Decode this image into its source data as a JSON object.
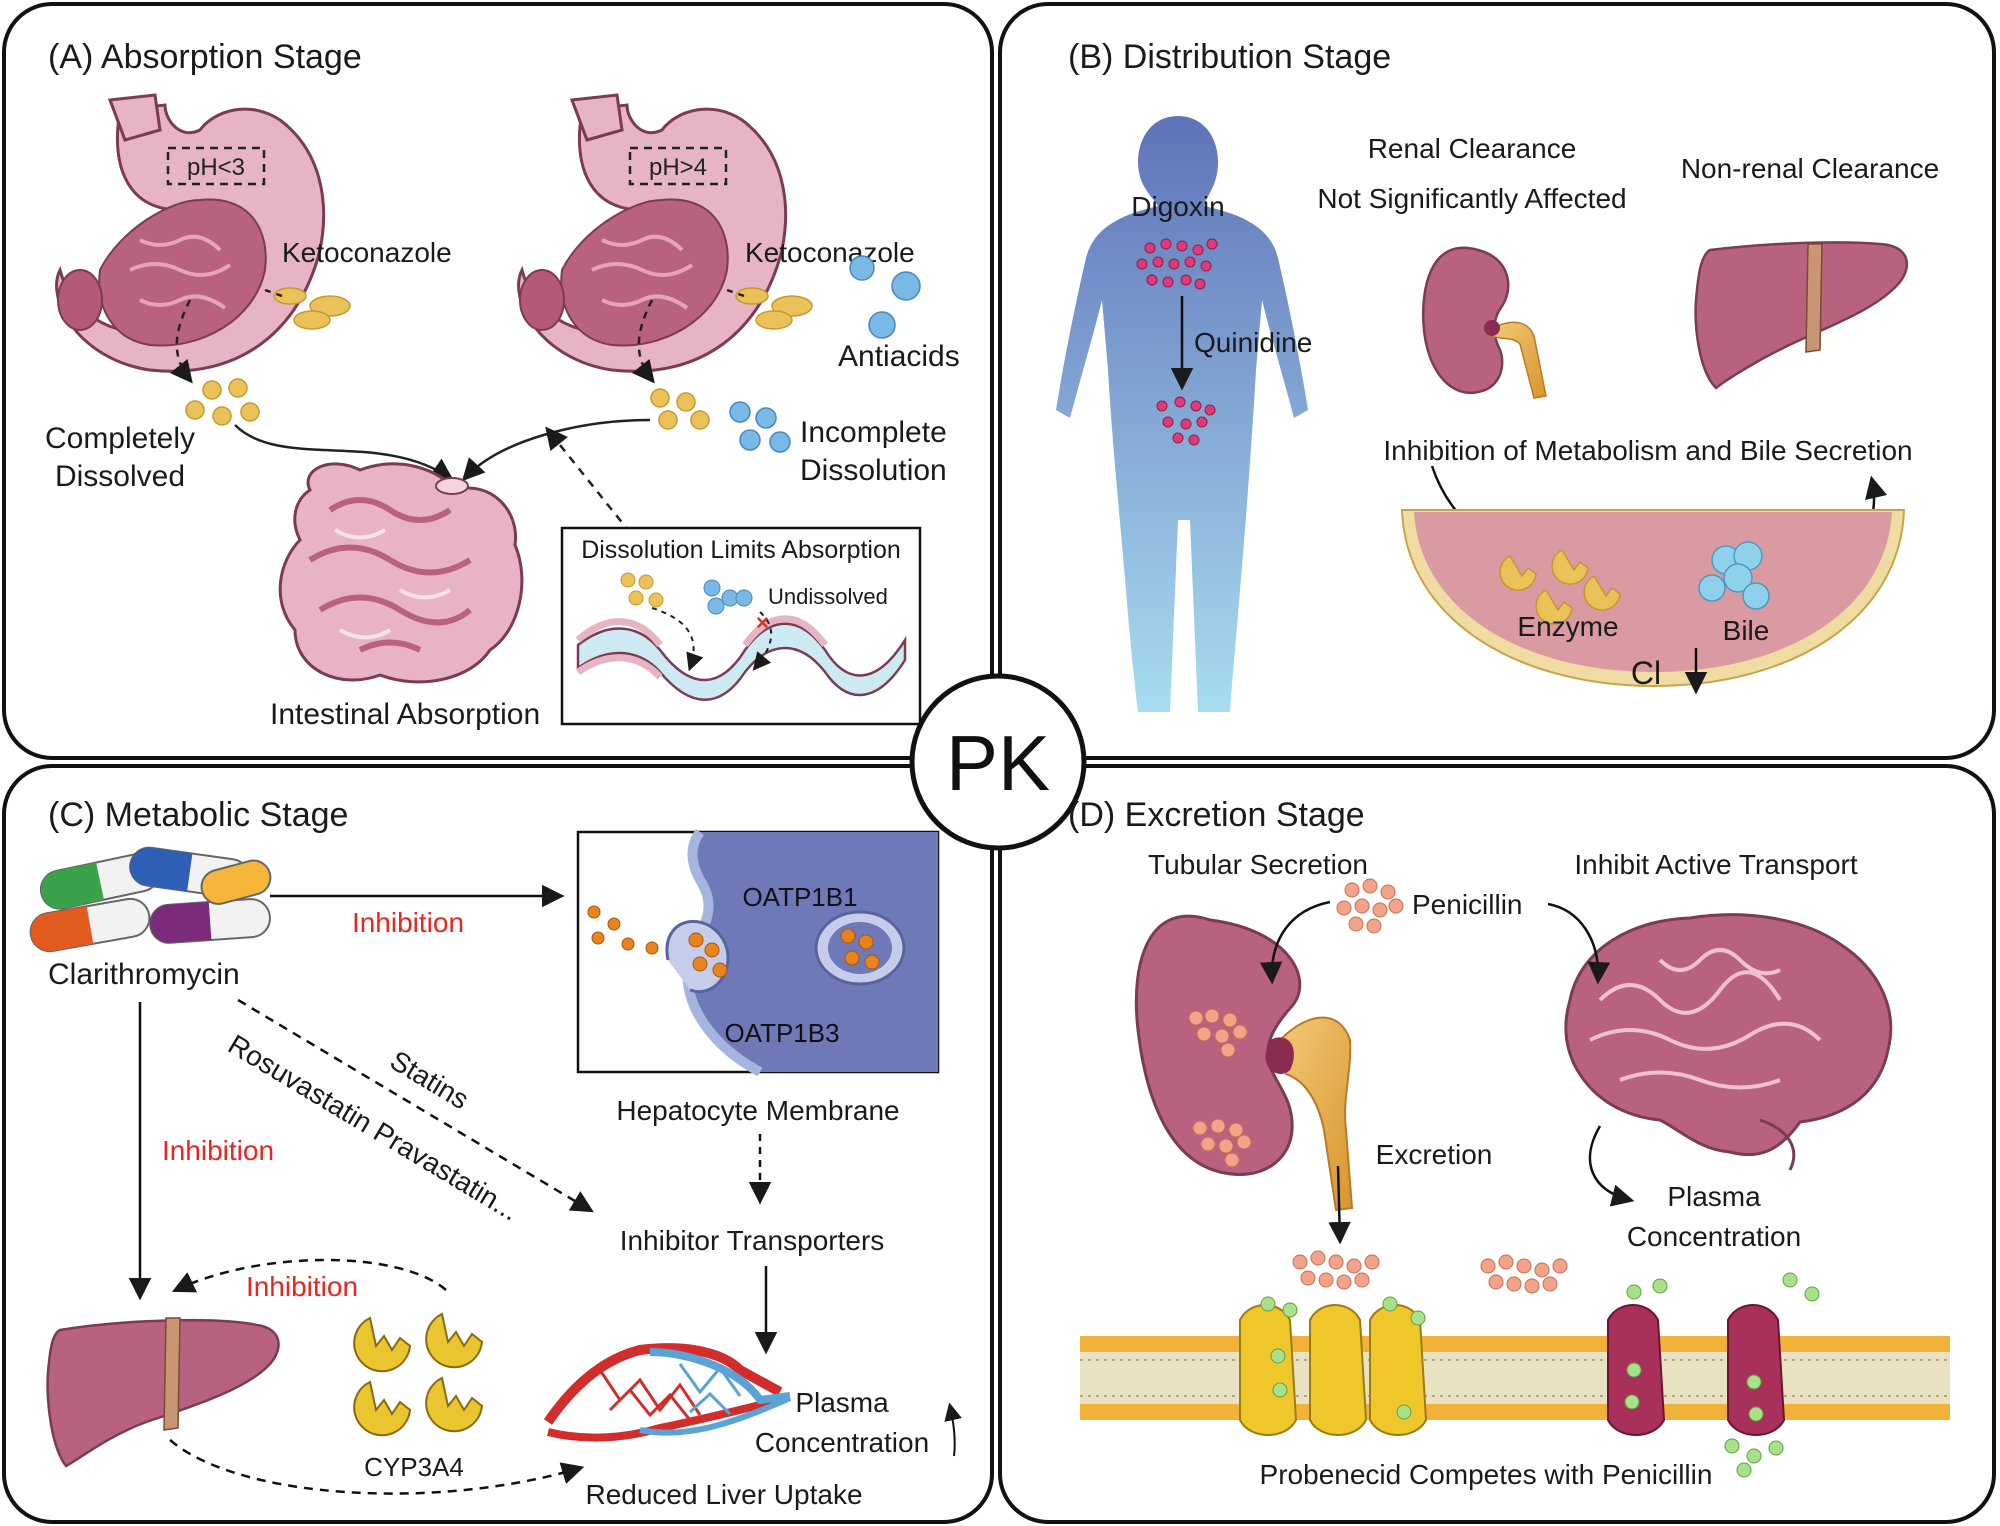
{
  "center_label": "PK",
  "panel_a": {
    "title": "(A)  Absorption Stage",
    "ph_low": "pH<3",
    "ph_high": "pH>4",
    "drug_left": "Ketoconazole",
    "drug_right": "Ketoconazole",
    "antacids": "Antiacids",
    "completely_1": "Completely",
    "completely_2": "Dissolved",
    "incomplete_1": "Incomplete",
    "incomplete_2": "Dissolution",
    "intestinal": "Intestinal Absorption",
    "inset_title": "Dissolution Limits Absorption",
    "undissolved": "Undissolved"
  },
  "panel_b": {
    "title": "(B)  Distribution Stage",
    "digoxin": "Digoxin",
    "quinidine": "Quinidine",
    "renal_1": "Renal Clearance",
    "renal_2": "Not Significantly Affected",
    "nonrenal": "Non-renal Clearance",
    "inhibition_metab": "Inhibition of Metabolism and Bile Secretion",
    "enzyme": "Enzyme",
    "bile": "Bile",
    "cl": "Cl"
  },
  "panel_c": {
    "title": "(C)  Metabolic Stage",
    "clarithromycin": "Clarithromycin",
    "inhibition_top": "Inhibition",
    "inhibition_left": "Inhibition",
    "inhibition_liver": "Inhibition",
    "oatp1b1": "OATP1B1",
    "oatp1b3": "OATP1B3",
    "hepatocyte": "Hepatocyte Membrane",
    "statins": "Statins",
    "rosu": "Rosuvastatin  Pravastatin...",
    "inhibitor_transporters": "Inhibitor Transporters",
    "cyp": "CYP3A4",
    "plasma_1": "Plasma",
    "plasma_2": "Concentration",
    "reduced": "Reduced Liver Uptake"
  },
  "panel_d": {
    "title": "(D)  Excretion Stage",
    "tubular": "Tubular Secretion",
    "penicillin": "Penicillin",
    "inhibit_active": "Inhibit Active Transport",
    "excretion": "Excretion",
    "plasma_1": "Plasma",
    "plasma_2": "Concentration",
    "probenecid": "Probenecid Competes with Penicillin"
  },
  "colors": {
    "inhibition_red": "#e8261f",
    "drug_yellow": "#e9c25a",
    "antacid_blue": "#7ab8e6",
    "organ_pink": "#b9627f",
    "orange_particle": "#e8841f",
    "body_blue": "#6f86c2"
  }
}
